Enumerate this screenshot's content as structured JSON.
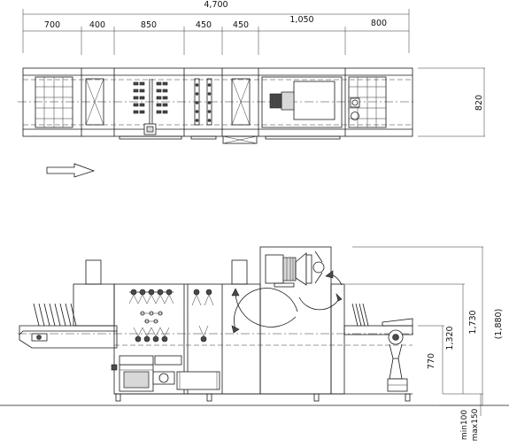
{
  "plan_view": {
    "total_length": "4,700",
    "width": "820",
    "sections": [
      "700",
      "400",
      "850",
      "450",
      "450",
      "1,050",
      "800"
    ]
  },
  "elevation_view": {
    "overall_height": "1,730",
    "overall_height_ref": "(1,880)",
    "inlet_height": "1,320",
    "table_height": "770",
    "foot_min": "min100",
    "foot_max": "max150"
  }
}
